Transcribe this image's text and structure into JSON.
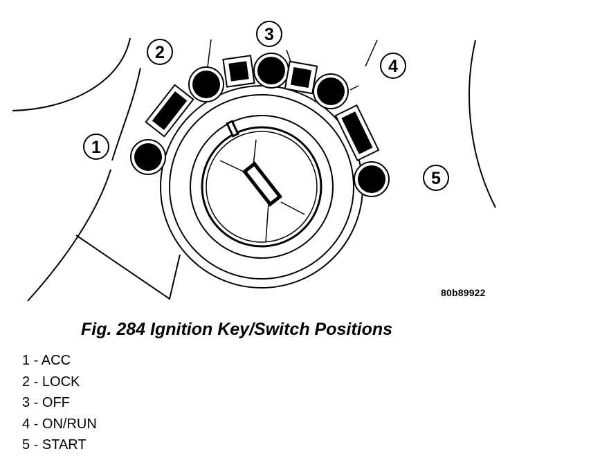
{
  "figure": {
    "reference_code": "80b89922",
    "caption": "Fig. 284 Ignition Key/Switch Positions",
    "callouts": [
      {
        "label": "1"
      },
      {
        "label": "2"
      },
      {
        "label": "3"
      },
      {
        "label": "4"
      },
      {
        "label": "5"
      }
    ],
    "legend": [
      {
        "text": "1 - ACC"
      },
      {
        "text": "2 - LOCK"
      },
      {
        "text": "3 - OFF"
      },
      {
        "text": "4 - ON/RUN"
      },
      {
        "text": "5 - START"
      }
    ]
  }
}
